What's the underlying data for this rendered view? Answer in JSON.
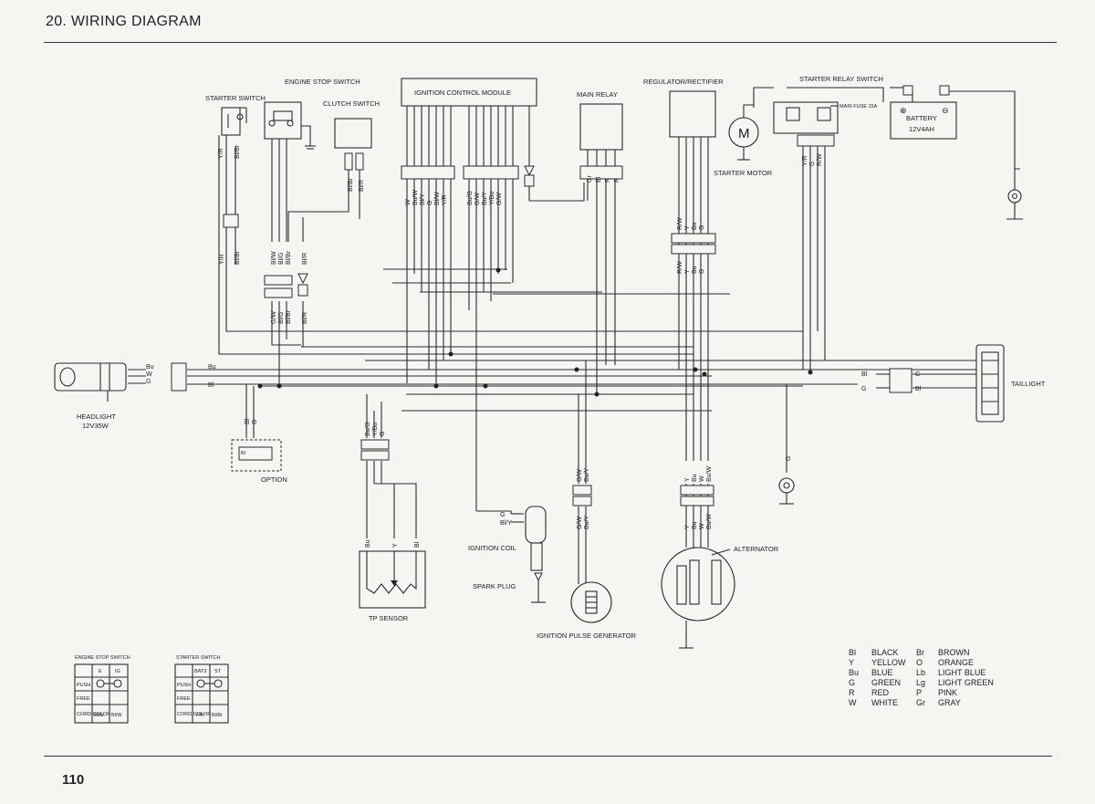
{
  "page": {
    "title": "20. WIRING DIAGRAM",
    "page_number": "110"
  },
  "components": {
    "engine_stop_switch": "ENGINE STOP SWITCH",
    "starter_switch": "STARTER SWITCH",
    "clutch_switch": "CLUTCH SWITCH",
    "ignition_control_module": "IGNITION CONTROL MODULE",
    "main_relay": "MAIN RELAY",
    "regulator_rectifier": "REGULATOR/RECTIFIER",
    "starter_relay_switch": "STARTER RELAY SWITCH",
    "main_fuse": "MAIN FUSE 15A",
    "battery": "BATTERY",
    "battery_rating": "12V4AH",
    "starter_motor": "STARTER MOTOR",
    "motor_symbol": "M",
    "headlight": "HEADLIGHT",
    "headlight_rating": "12V35W",
    "taillight": "TAILLIGHT",
    "option": "OPTION",
    "ignition_coil": "IGNITION COIL",
    "spark_plug": "SPARK PLUG",
    "tp_sensor": "TP SENSOR",
    "ignition_pulse_generator": "IGNITION PULSE GENERATOR",
    "alternator": "ALTERNATOR"
  },
  "wire_labels": {
    "starter_sw": [
      "Y/R",
      "Bl/Br"
    ],
    "icm_left": [
      "W",
      "Bu/W",
      "Bl/Y",
      "G",
      "Bl/W",
      "Y/R"
    ],
    "icm_right": [
      "Bu/G",
      "G/W",
      "Bu/Y",
      "Y/Bu",
      "G/W"
    ],
    "main_relay": [
      "Gr",
      "Bl",
      "R",
      "R"
    ],
    "starter_relay": [
      "Y/R",
      "G",
      "R/W"
    ],
    "reg_top": [
      "R/W",
      "Y",
      "Bu",
      "G"
    ],
    "reg_bottom": [
      "R/W",
      "Y",
      "Bu",
      "G"
    ],
    "sw_mid": [
      "Bl/W",
      "Bl/G",
      "Bl/Br"
    ],
    "sw_low": [
      "G/W",
      "Bl/G",
      "Bl/Br"
    ],
    "clutch_mid": "Bl/R",
    "clutch_low": "Bl/R",
    "yr_mid": [
      "Y/R",
      "Bl/Br"
    ],
    "headlight": [
      "Bu",
      "W",
      "G"
    ],
    "headlight_out": [
      "Bu",
      "Bl"
    ],
    "taillight_in": [
      "Bl",
      "G"
    ],
    "taillight_out": [
      "G",
      "Bl"
    ],
    "option": [
      "Bl",
      "G"
    ],
    "tp_top": [
      "Bu/G",
      "Y/Bu",
      "G"
    ],
    "tp_bottom": [
      "Bu",
      "Y",
      "Bl"
    ],
    "coil": [
      "G",
      "Bl/Y"
    ],
    "ipg_top": [
      "G/W",
      "Bu/Y"
    ],
    "ipg_bottom": [
      "G/W",
      "Bu/Y"
    ],
    "alt_top": [
      "Y",
      "Bu",
      "W",
      "Bu/W"
    ],
    "alt_bottom": [
      "Y",
      "Bu",
      "W",
      "Bu/W"
    ],
    "ground_g": "G",
    "option_bl": "Bl"
  },
  "tables": {
    "engine_stop": {
      "title": "ENGINE STOP SWITCH",
      "cols": [
        "",
        "E",
        "IG"
      ],
      "rows": [
        "PUSH",
        "FREE",
        "CORD COLOR"
      ],
      "color_row": [
        "Bl/G",
        "Bl/W"
      ]
    },
    "starter": {
      "title": "STARTER SWITCH",
      "cols": [
        "",
        "BAT3",
        "ST"
      ],
      "rows": [
        "PUSH",
        "FREE",
        "CORD COLOR"
      ],
      "color_row": [
        "Y/R",
        "Bl/Br"
      ]
    }
  },
  "color_legend": [
    {
      "code": "Bl",
      "name": "BLACK"
    },
    {
      "code": "Y",
      "name": "YELLOW"
    },
    {
      "code": "Bu",
      "name": "BLUE"
    },
    {
      "code": "G",
      "name": "GREEN"
    },
    {
      "code": "R",
      "name": "RED"
    },
    {
      "code": "W",
      "name": "WHITE"
    },
    {
      "code": "Br",
      "name": "BROWN"
    },
    {
      "code": "O",
      "name": "ORANGE"
    },
    {
      "code": "Lb",
      "name": "LIGHT BLUE"
    },
    {
      "code": "Lg",
      "name": "LIGHT GREEN"
    },
    {
      "code": "P",
      "name": "PINK"
    },
    {
      "code": "Gr",
      "name": "GRAY"
    }
  ]
}
